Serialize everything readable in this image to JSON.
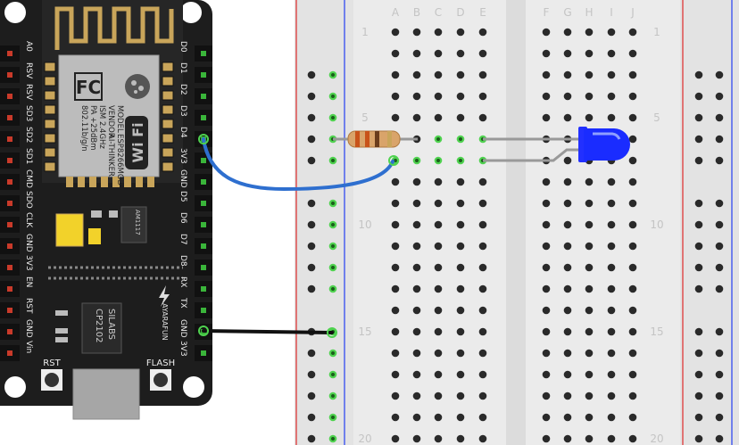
{
  "board": {
    "vendor_lines": [
      "MODEL",
      "VENDOR",
      "ISM 2.4GHz",
      "PA +25dBm",
      "802.11b/g/n"
    ],
    "model_lines": [
      "ESP8266MOD",
      "AI-THINKER"
    ],
    "fcc_logo": "FC",
    "wifi_logo": "Wi Fi",
    "regulator_label": "AM1117",
    "usb_chip_lines": [
      "SILABS",
      "CP2102"
    ],
    "maker_label": "AYARAFUN",
    "rst_label": "RST",
    "flash_label": "FLASH",
    "left_pins": [
      "A0",
      "RSV",
      "RSV",
      "SD3",
      "SD2",
      "SD1",
      "CMD",
      "SDO",
      "CLK",
      "GND",
      "3V3",
      "EN",
      "RST",
      "GND",
      "Vin"
    ],
    "right_pins": [
      "D0",
      "D1",
      "D2",
      "D3",
      "D4",
      "3V3",
      "GND",
      "D5",
      "D6",
      "D7",
      "D8",
      "RX",
      "TX",
      "GND",
      "3V3"
    ]
  },
  "breadboard": {
    "column_labels_left": [
      "A",
      "B",
      "C",
      "D",
      "E"
    ],
    "column_labels_right": [
      "F",
      "G",
      "H",
      "I",
      "J"
    ],
    "row_numbers": [
      "1",
      "5",
      "10",
      "15",
      "20"
    ]
  },
  "components": {
    "resistor": "resistor",
    "led": "blue LED"
  },
  "colors": {
    "board": "#1d1d1d",
    "gold": "#c9a55a",
    "breadboard": "#ebebeb",
    "hole": "#2a2a2a",
    "connected_hole": "#4fd24f",
    "rail_red": "#e05050",
    "rail_blue": "#4a5ff0",
    "wire_blue": "#2e6fcf",
    "wire_black": "#111111",
    "led_blue": "#1a2cff"
  }
}
